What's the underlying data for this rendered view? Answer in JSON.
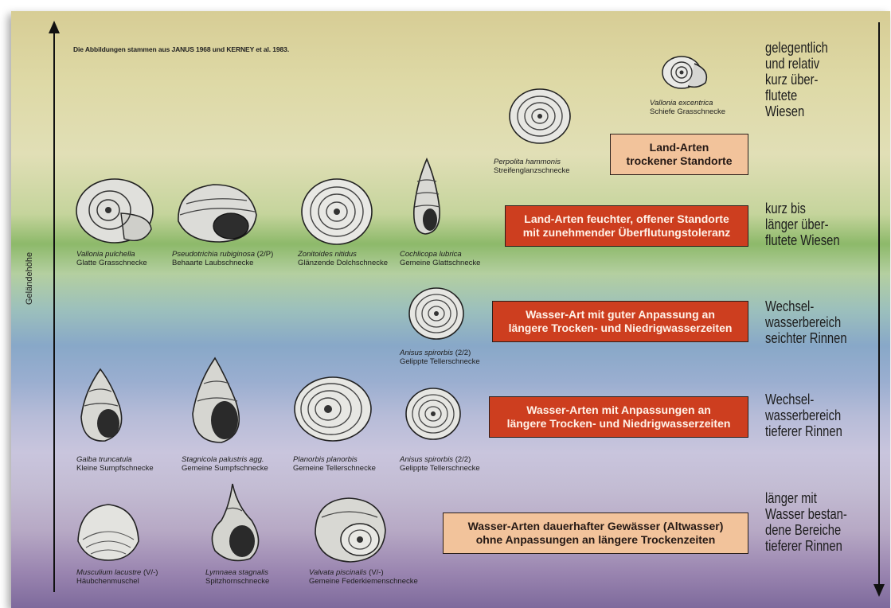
{
  "source_note": "Die Abbildungen stammen aus JANUS 1968 und KERNEY et al. 1983.",
  "axis_label": "Geländehöhe",
  "zones": [
    "gelegentlich\nund relativ\nkurz über-\nflutete\nWiesen",
    "kurz bis\nlänger über-\nflutete Wiesen",
    "Wechsel-\nwasserbereich\nseichter Rinnen",
    "Wechsel-\nwasserbereich\ntieferer Rinnen",
    "länger mit\nWasser bestan-\ndene Bereiche\ntieferer Rinnen"
  ],
  "boxes": {
    "land_dry": [
      "Land-Arten",
      "trockener Standorte"
    ],
    "land_moist": [
      "Land-Arten feuchter, offener Standorte",
      "mit zunehmender Überflutungstoleranz"
    ],
    "water_shallow": [
      "Wasser-Art mit guter Anpassung an",
      "längere Trocken- und Niedrigwasserzeiten"
    ],
    "water_deep": [
      "Wasser-Arten mit Anpassungen an",
      "längere Trocken- und Niedrigwasserzeiten"
    ],
    "water_permanent": [
      "Wasser-Arten dauerhafter Gewässer (Altwasser)",
      "ohne Anpassungen an längere Trockenzeiten"
    ]
  },
  "species": {
    "vallonia_excentrica": {
      "sci": "Vallonia excentrica",
      "common": "Schiefe Grasschnecke"
    },
    "perpolita_hammonis": {
      "sci": "Perpolita hammonis",
      "common": "Streifenglanzschnecke"
    },
    "vallonia_pulchella": {
      "sci": "Vallonia pulchella",
      "common": "Glatte Grasschnecke"
    },
    "pseudotrichia": {
      "sci": "Pseudotrichia rubiginosa",
      "status": " (2/P)",
      "common": "Behaarte Laubschnecke"
    },
    "zonitoides": {
      "sci": "Zonitoides nitidus",
      "common": "Glänzende Dolchschnecke"
    },
    "cochlicopa": {
      "sci": "Cochlicopa lubrica",
      "common": "Gemeine Glattschnecke"
    },
    "anisus_1": {
      "sci": "Anisus spirorbis",
      "status": " (2/2)",
      "common": "Gelippte Tellerschnecke"
    },
    "galba": {
      "sci": "Galba truncatula",
      "common": "Kleine Sumpfschnecke"
    },
    "stagnicola": {
      "sci": "Stagnicola palustris agg.",
      "common": "Gemeine Sumpfschnecke"
    },
    "planorbis": {
      "sci": "Planorbis planorbis",
      "common": "Gemeine Tellerschnecke"
    },
    "anisus_2": {
      "sci": "Anisus spirorbis",
      "status": " (2/2)",
      "common": "Gelippte Tellerschnecke"
    },
    "musculium": {
      "sci": "Musculium lacustre",
      "status": " (V/-)",
      "common": "Häubchenmuschel"
    },
    "lymnaea": {
      "sci": "Lymnaea stagnalis",
      "common": "Spitzhornschnecke"
    },
    "valvata": {
      "sci": "Valvata piscinalis",
      "status": " (V/-)",
      "common": "Gemeine Federkiemenschnecke"
    }
  }
}
